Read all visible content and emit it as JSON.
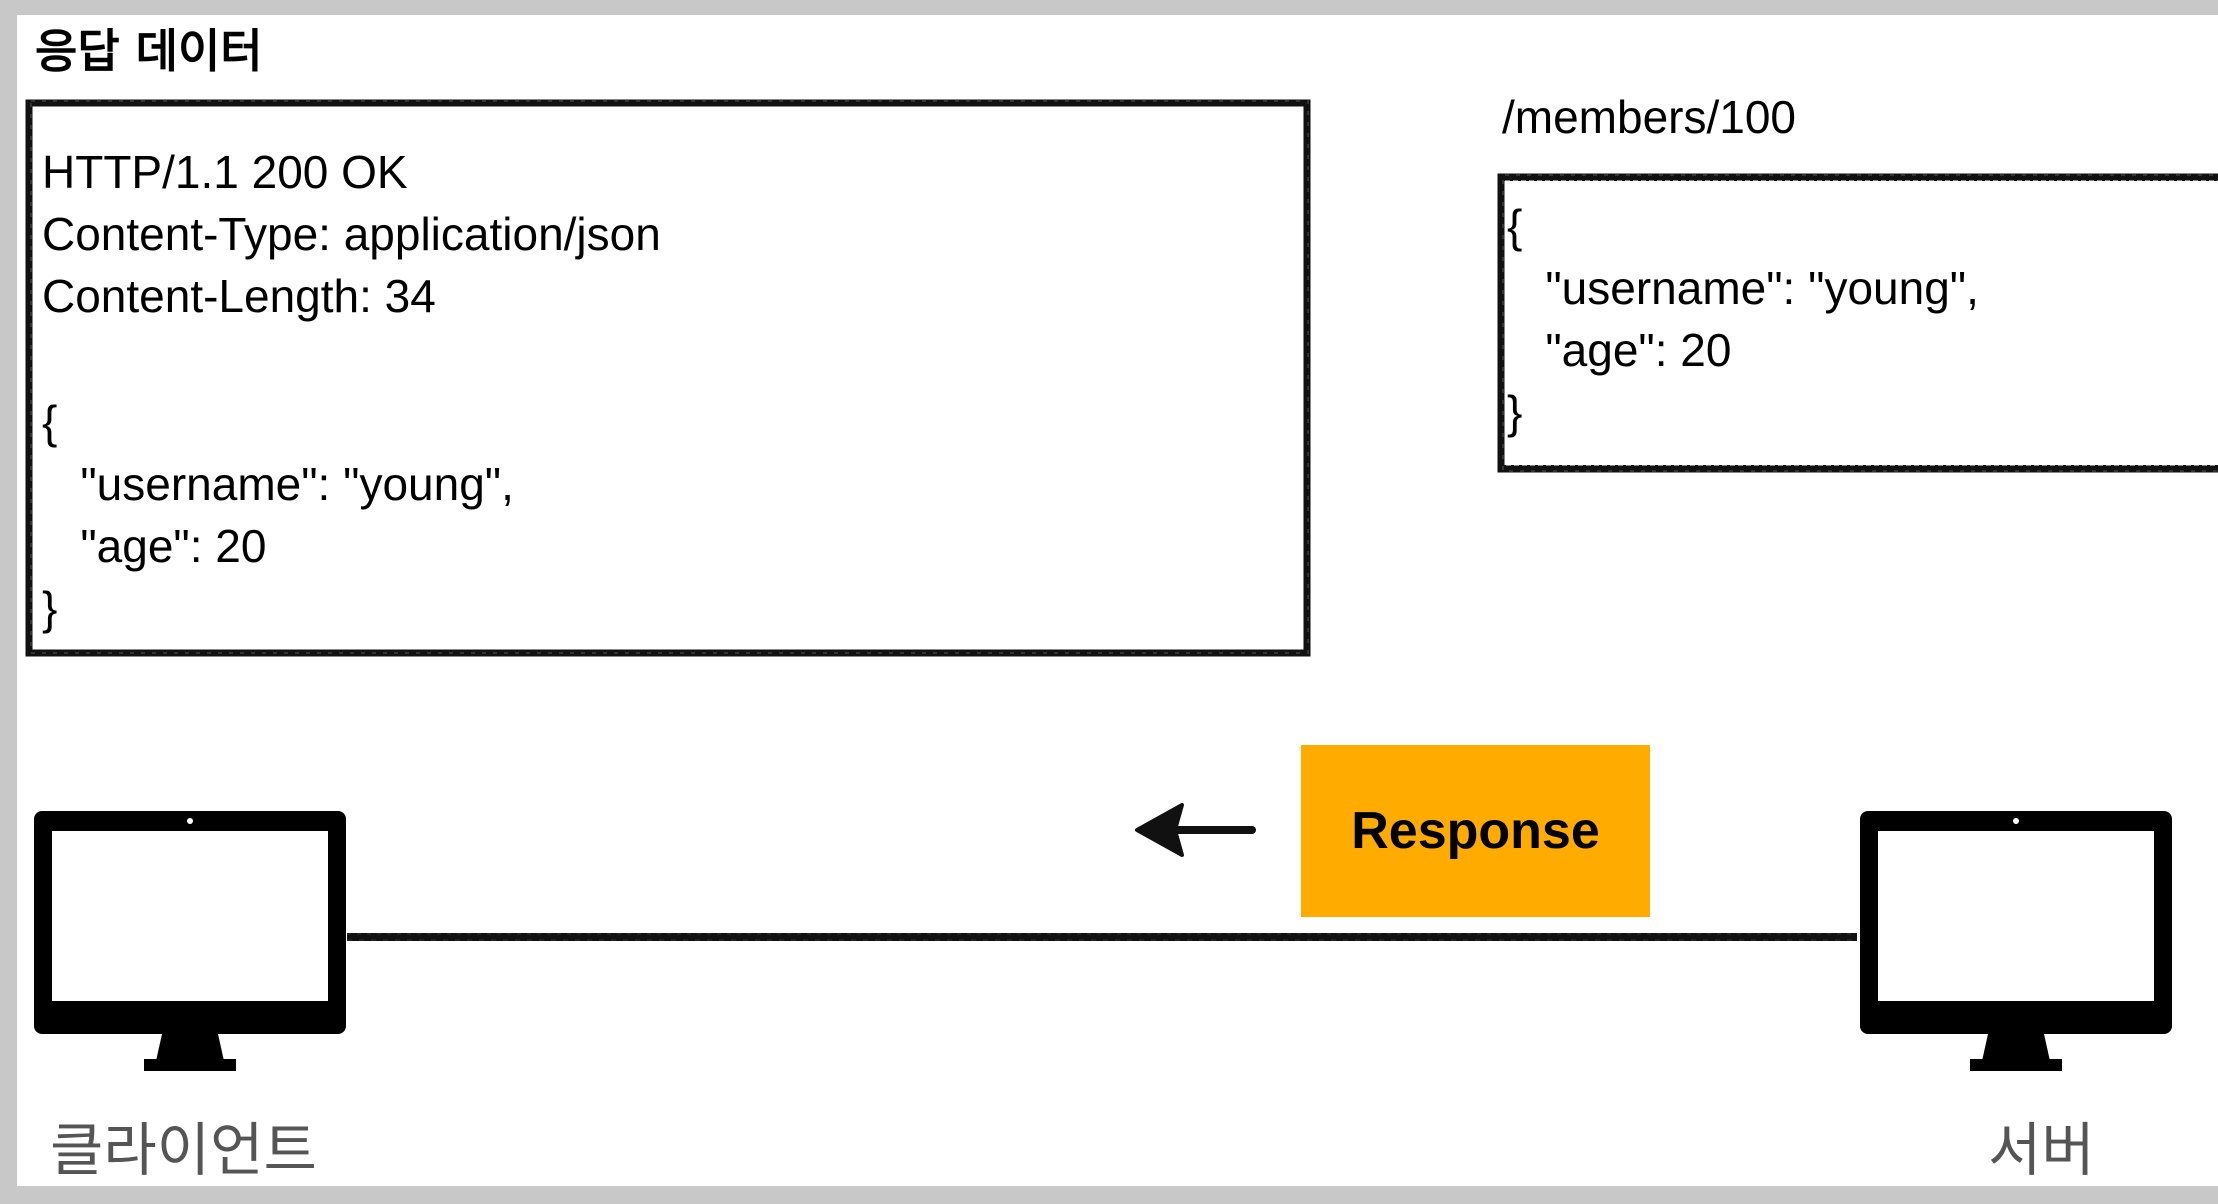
{
  "title": "응답 데이터",
  "response_message": {
    "status_line": "HTTP/1.1 200 OK",
    "headers": [
      "Content-Type: application/json",
      "Content-Length: 34"
    ],
    "body_lines": [
      "{",
      "   \"username\": \"young\",",
      "   \"age\": 20",
      "}"
    ]
  },
  "resource": {
    "path": "/members/100",
    "body_lines": [
      "{",
      "   \"username\": \"young\",",
      "   \"age\": 20",
      "}"
    ]
  },
  "flow": {
    "label": "Response",
    "direction_icon": "arrow-left-icon",
    "badge_color": "#ffab00"
  },
  "nodes": {
    "client": {
      "label": "클라이언트",
      "icon": "monitor-icon"
    },
    "server": {
      "label": "서버",
      "icon": "monitor-icon"
    }
  }
}
